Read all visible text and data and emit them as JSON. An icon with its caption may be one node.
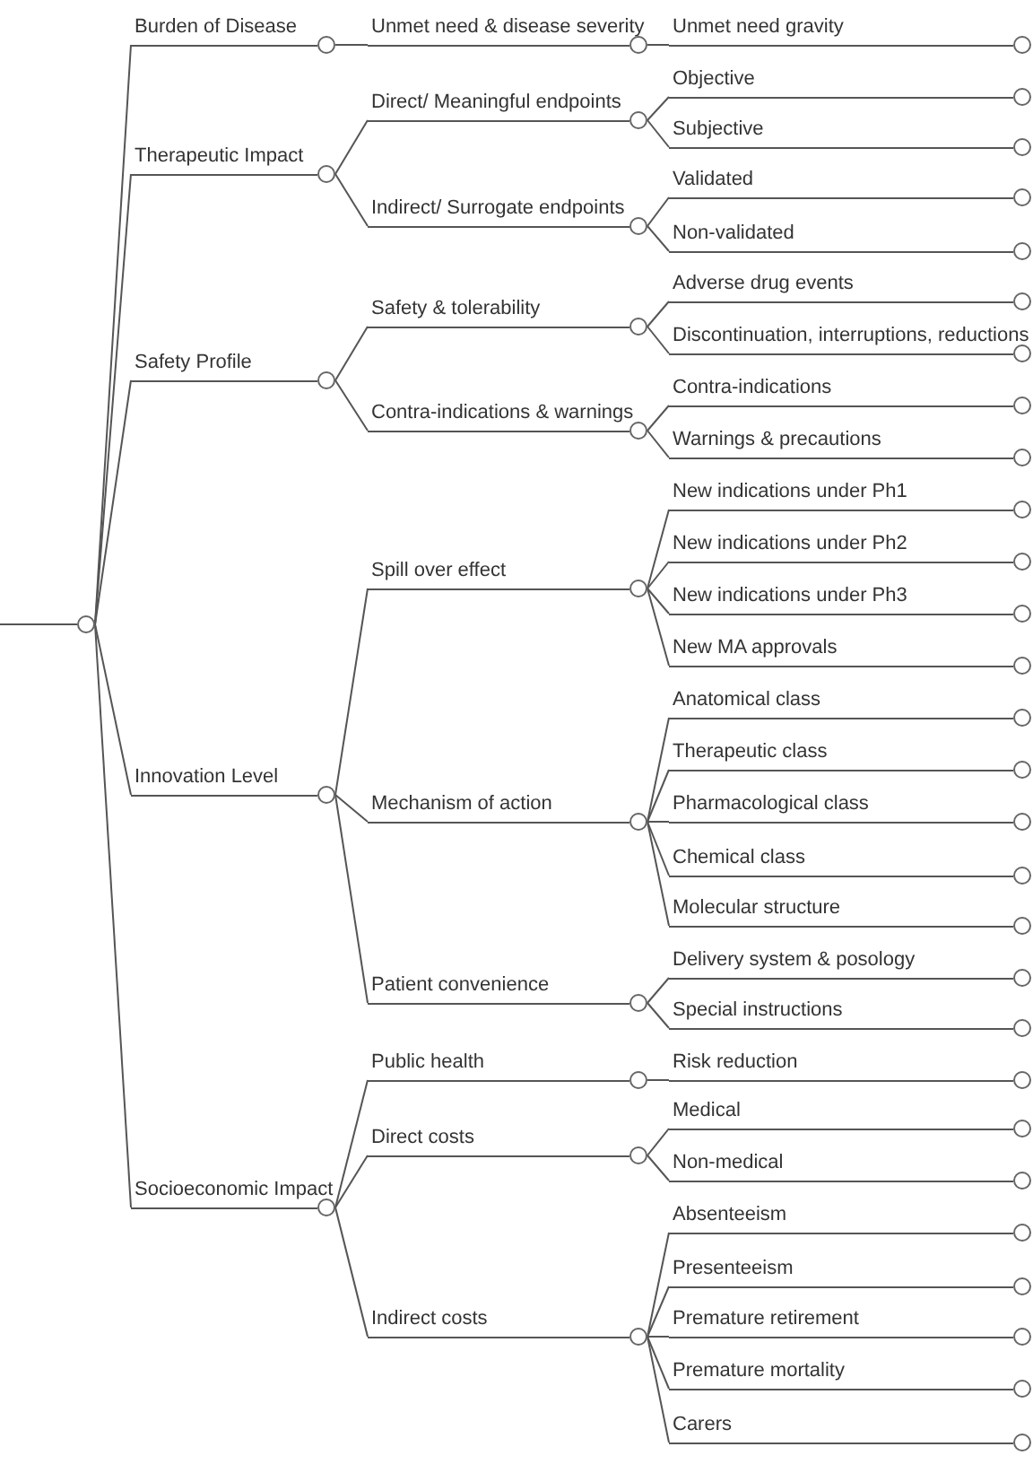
{
  "diagram": {
    "nodes": [
      {
        "text": [],
        "shape": "circle"
      },
      {
        "text": [
          "Burden of Disease"
        ]
      },
      {
        "text": [
          "Unmet need & disease severity"
        ]
      },
      {
        "text": [
          "Unmet need gravity"
        ]
      },
      {
        "text": [
          "Therapeutic Impact"
        ]
      },
      {
        "text": [
          "Direct/ Meaningful endpoints"
        ]
      },
      {
        "text": [
          "Objective"
        ]
      },
      {
        "text": [
          "Subjective"
        ]
      },
      {
        "text": [
          "Indirect/ Surrogate endpoints"
        ]
      },
      {
        "text": [
          "Validated"
        ]
      },
      {
        "text": [
          "Non-validated"
        ]
      },
      {
        "text": [
          "Safety Profile"
        ]
      },
      {
        "text": [
          "Safety & tolerability"
        ]
      },
      {
        "text": [
          "Adverse drug events"
        ]
      },
      {
        "text": [
          "Discontinuation, interruptions, reductions"
        ]
      },
      {
        "text": [
          "Contra-indications & warnings"
        ]
      },
      {
        "text": [
          "Contra-indications"
        ]
      },
      {
        "text": [
          "Warnings & precautions"
        ]
      },
      {
        "text": [
          "Innovation Level"
        ]
      },
      {
        "text": [
          "Spill over effect"
        ]
      },
      {
        "text": [
          "New indications under Ph1"
        ]
      },
      {
        "text": [
          "New indications under Ph2"
        ]
      },
      {
        "text": [
          "New indications under Ph3"
        ]
      },
      {
        "text": [
          "New MA approvals"
        ]
      },
      {
        "text": [
          "Mechanism of action"
        ]
      },
      {
        "text": [
          "Anatomical class"
        ]
      },
      {
        "text": [
          "Therapeutic class"
        ]
      },
      {
        "text": [
          "Pharmacological class"
        ]
      },
      {
        "text": [
          "Chemical class"
        ]
      },
      {
        "text": [
          "Molecular structure"
        ]
      },
      {
        "text": [
          "Patient convenience"
        ]
      },
      {
        "text": [
          "Delivery system & posology"
        ]
      },
      {
        "text": [
          "Special instructions"
        ]
      },
      {
        "text": [
          "Socioeconomic Impact"
        ]
      },
      {
        "text": [
          "Public health"
        ]
      },
      {
        "text": [
          "Risk reduction"
        ]
      },
      {
        "text": [
          "Direct costs"
        ]
      },
      {
        "text": [
          "Medical"
        ]
      },
      {
        "text": [
          "Non-medical"
        ]
      },
      {
        "text": [
          "Indirect costs"
        ]
      },
      {
        "text": [
          "Absenteeism"
        ]
      },
      {
        "text": [
          "Presenteeism"
        ]
      },
      {
        "text": [
          "Premature retirement"
        ]
      },
      {
        "text": [
          "Premature mortality"
        ]
      },
      {
        "text": [
          "Carers"
        ]
      }
    ],
    "edges": [
      {
        "from": null,
        "to": 0,
        "arrow": "none"
      },
      {
        "from": 0,
        "to": 1,
        "arrow": "none"
      },
      {
        "from": 0,
        "to": 4,
        "arrow": "none"
      },
      {
        "from": 0,
        "to": 11,
        "arrow": "none"
      },
      {
        "from": 0,
        "to": 18,
        "arrow": "none"
      },
      {
        "from": 0,
        "to": 33,
        "arrow": "none"
      },
      {
        "from": 1,
        "to": 2,
        "arrow": "none"
      },
      {
        "from": 2,
        "to": 3,
        "arrow": "none"
      },
      {
        "from": 4,
        "to": 5,
        "arrow": "none"
      },
      {
        "from": 4,
        "to": 8,
        "arrow": "none"
      },
      {
        "from": 5,
        "to": 6,
        "arrow": "none"
      },
      {
        "from": 5,
        "to": 7,
        "arrow": "none"
      },
      {
        "from": 8,
        "to": 9,
        "arrow": "none"
      },
      {
        "from": 8,
        "to": 10,
        "arrow": "none"
      },
      {
        "from": 11,
        "to": 12,
        "arrow": "none"
      },
      {
        "from": 11,
        "to": 15,
        "arrow": "none"
      },
      {
        "from": 12,
        "to": 13,
        "arrow": "none"
      },
      {
        "from": 12,
        "to": 14,
        "arrow": "none"
      },
      {
        "from": 15,
        "to": 16,
        "arrow": "none"
      },
      {
        "from": 15,
        "to": 17,
        "arrow": "none"
      },
      {
        "from": 18,
        "to": 19,
        "arrow": "none"
      },
      {
        "from": 18,
        "to": 24,
        "arrow": "none"
      },
      {
        "from": 18,
        "to": 30,
        "arrow": "none"
      },
      {
        "from": 19,
        "to": 20,
        "arrow": "none"
      },
      {
        "from": 19,
        "to": 21,
        "arrow": "none"
      },
      {
        "from": 19,
        "to": 22,
        "arrow": "none"
      },
      {
        "from": 19,
        "to": 23,
        "arrow": "none"
      },
      {
        "from": 24,
        "to": 25,
        "arrow": "none"
      },
      {
        "from": 24,
        "to": 26,
        "arrow": "none"
      },
      {
        "from": 24,
        "to": 27,
        "arrow": "none"
      },
      {
        "from": 24,
        "to": 28,
        "arrow": "none"
      },
      {
        "from": 24,
        "to": 29,
        "arrow": "none"
      },
      {
        "from": 30,
        "to": 31,
        "arrow": "none"
      },
      {
        "from": 30,
        "to": 32,
        "arrow": "none"
      },
      {
        "from": 33,
        "to": 34,
        "arrow": "none"
      },
      {
        "from": 33,
        "to": 36,
        "arrow": "none"
      },
      {
        "from": 33,
        "to": 39,
        "arrow": "none"
      },
      {
        "from": 34,
        "to": 35,
        "arrow": "none"
      },
      {
        "from": 36,
        "to": 37,
        "arrow": "none"
      },
      {
        "from": 36,
        "to": 38,
        "arrow": "none"
      },
      {
        "from": 39,
        "to": 40,
        "arrow": "none"
      },
      {
        "from": 39,
        "to": 41,
        "arrow": "none"
      },
      {
        "from": 39,
        "to": 42,
        "arrow": "none"
      },
      {
        "from": 39,
        "to": 43,
        "arrow": "none"
      },
      {
        "from": 39,
        "to": 44,
        "arrow": "none"
      }
    ]
  }
}
